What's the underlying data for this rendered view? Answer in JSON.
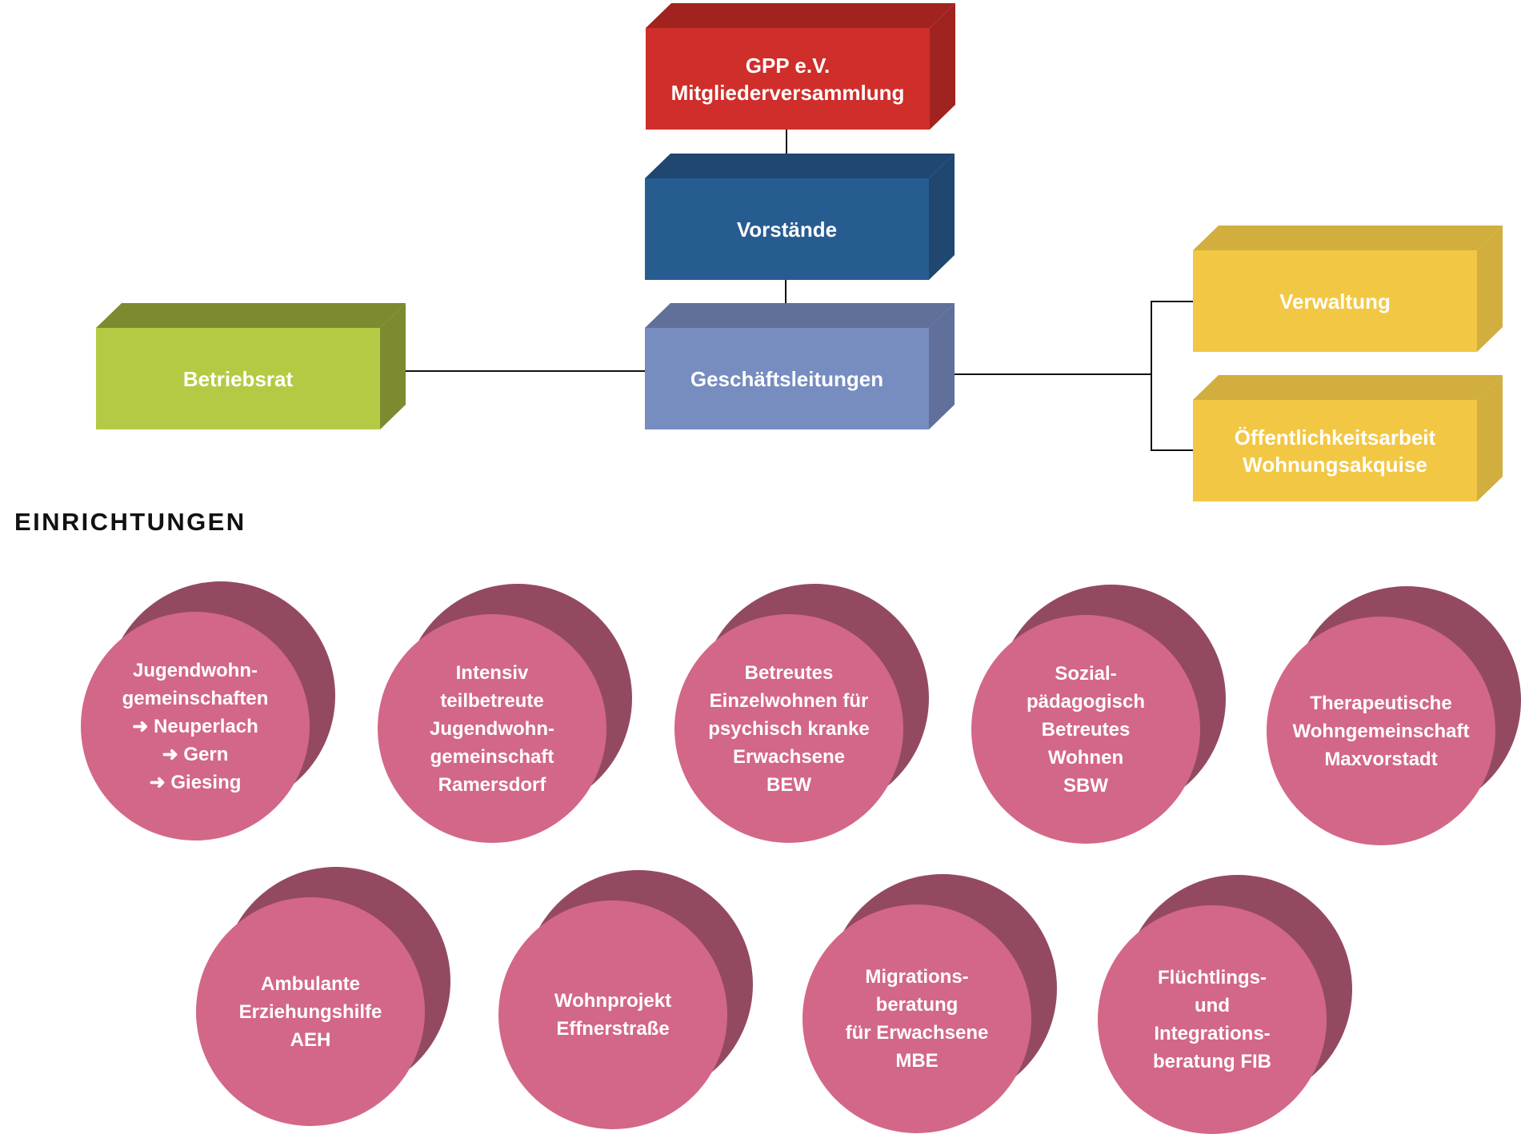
{
  "org": {
    "members_assembly": {
      "lines": [
        "GPP e.V.",
        "Mitgliederversammlung"
      ],
      "color": "#CF2E2A",
      "shade": "#A0231F"
    },
    "boards": {
      "lines": [
        "Vorstände"
      ],
      "color": "#275C90",
      "shade": "#1F4770"
    },
    "management": {
      "lines": [
        "Geschäftsleitungen"
      ],
      "color": "#778CBF",
      "shade": "#61709A"
    },
    "works_council": {
      "lines": [
        "Betriebsrat"
      ],
      "color": "#B4CA44",
      "shade": "#7E8A30"
    },
    "administration": {
      "lines": [
        "Verwaltung"
      ],
      "color": "#F2C744",
      "shade": "#D1AE3E"
    },
    "public_relations": {
      "lines": [
        "Öffentlichkeitsarbeit",
        "Wohnungsakquise"
      ],
      "color": "#F2C744",
      "shade": "#D1AE3E"
    },
    "connector_color": "#111111"
  },
  "section_heading": "EINRICHTUNGEN",
  "facility_colors": {
    "front": "#D36788",
    "back": "#934A61"
  },
  "facilities": [
    {
      "lines": [
        "Jugendwohn-",
        "gemeinschaften",
        "➜ Neuperlach",
        "➜ Gern",
        "➜ Giesing"
      ]
    },
    {
      "lines": [
        "Intensiv",
        "teilbetreute",
        "Jugendwohn-",
        "gemeinschaft",
        "Ramersdorf"
      ]
    },
    {
      "lines": [
        "Betreutes",
        "Einzelwohnen für",
        "psychisch kranke",
        "Erwachsene",
        "BEW"
      ]
    },
    {
      "lines": [
        "Sozial-",
        "pädagogisch",
        "Betreutes",
        "Wohnen",
        "SBW"
      ]
    },
    {
      "lines": [
        "Therapeutische",
        "Wohngemeinschaft",
        "Maxvorstadt"
      ]
    },
    {
      "lines": [
        "Ambulante",
        "Erziehungshilfe",
        "AEH"
      ]
    },
    {
      "lines": [
        "Wohnprojekt",
        "Effnerstraße"
      ]
    },
    {
      "lines": [
        "Migrations-",
        "beratung",
        "für Erwachsene",
        "MBE"
      ]
    },
    {
      "lines": [
        "Flüchtlings-",
        "und",
        "Integrations-",
        "beratung FIB"
      ]
    }
  ]
}
